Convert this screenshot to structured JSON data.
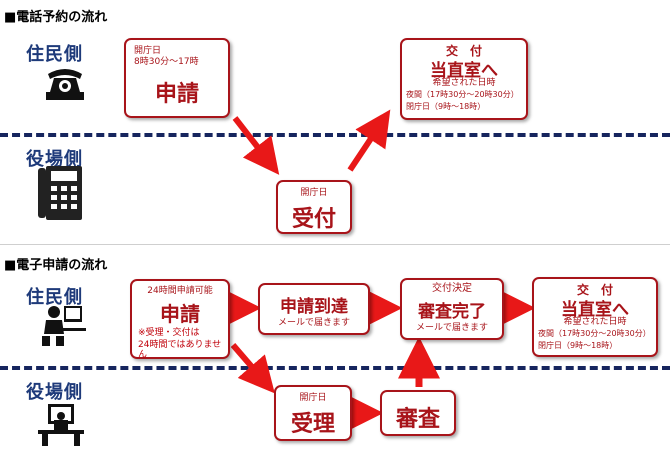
{
  "section1": {
    "title": "■電話予約の流れ",
    "resident_label": "住民側",
    "office_label": "役場側",
    "apply_box": {
      "line1": "開庁日",
      "line2": "8時30分～17時",
      "main": "申請"
    },
    "receive_box": {
      "small": "開庁日",
      "main": "受付"
    },
    "delivery_box": {
      "top": "交　付",
      "main": "当直室へ",
      "l1": "希望された日時",
      "l2": "夜間（17時30分～20時30分）",
      "l3": "閉庁日（9時～18時）"
    }
  },
  "section2": {
    "title": "■電子申請の流れ",
    "resident_label": "住民側",
    "office_label": "役場側",
    "apply_box": {
      "top": "24時間申請可能",
      "main": "申請",
      "note1": "※受理・交付は",
      "note2": "24時間ではありません"
    },
    "arrival_box": {
      "main": "申請到達",
      "sub": "メールで届きます"
    },
    "complete_box": {
      "top": "交付決定",
      "main": "審査完了",
      "sub": "メールで届きます"
    },
    "delivery_box": {
      "top": "交　付",
      "main": "当直室へ",
      "l1": "希望された日時",
      "l2": "夜間（17時30分～20時30分）",
      "l3": "閉庁日（9時～18時）"
    },
    "accept_box": {
      "small": "開庁日",
      "main": "受理"
    },
    "review_box": {
      "main": "審査"
    }
  },
  "colors": {
    "box_border": "#a8141a",
    "arrow": "#e81818",
    "role_text": "#1e3a7a",
    "divider": "#16255e"
  },
  "icons": [
    "telephone-icon",
    "office-phone-icon",
    "computer-user-icon",
    "office-worker-icon"
  ]
}
